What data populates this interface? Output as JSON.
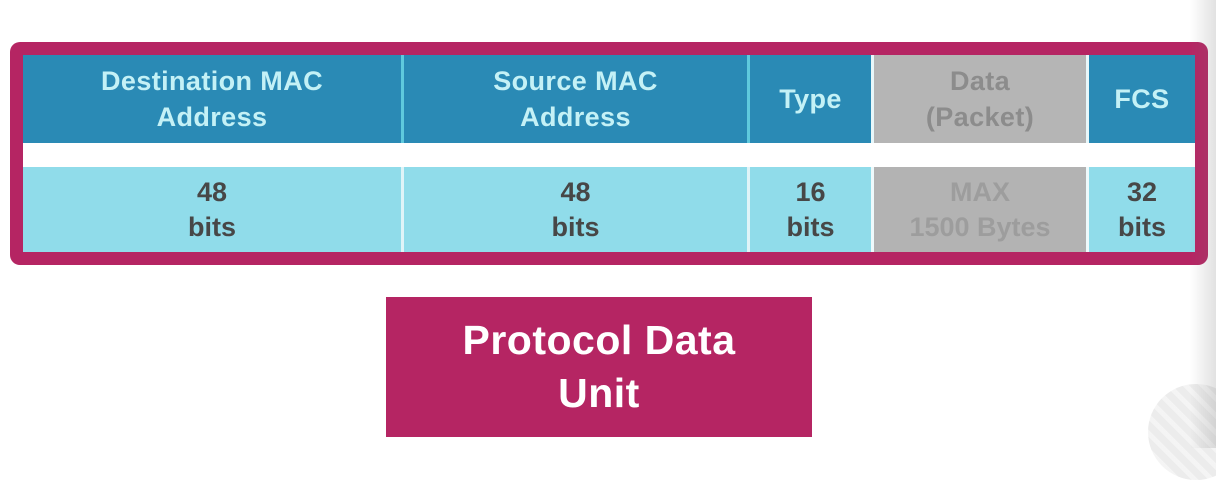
{
  "frame": {
    "headers": [
      {
        "line1": "Destination MAC",
        "line2": "Address"
      },
      {
        "line1": "Source MAC",
        "line2": "Address"
      },
      {
        "line1": "Type"
      },
      {
        "line1": "Data",
        "line2": "(Packet)"
      },
      {
        "line1": "FCS"
      }
    ],
    "sizes": [
      {
        "line1": "48",
        "line2": "bits"
      },
      {
        "line1": "48",
        "line2": "bits"
      },
      {
        "line1": "16",
        "line2": "bits"
      },
      {
        "line1": "MAX",
        "line2": "1500 Bytes"
      },
      {
        "line1": "32",
        "line2": "bits"
      }
    ]
  },
  "pdu": {
    "line1": "Protocol Data",
    "line2": "Unit"
  },
  "colors": {
    "accent_magenta": "#b52563",
    "header_blue": "#2a8ab5",
    "header_text_cyan": "#c4f1f6",
    "cell_light_blue": "#90dcea",
    "cell_text_dark": "#474747",
    "data_gray_background": "#b5b5b5",
    "data_gray_header_text": "#8c8c8c",
    "data_gray_value_text": "#9d9d9d",
    "pdu_text_white": "#ffffff"
  }
}
